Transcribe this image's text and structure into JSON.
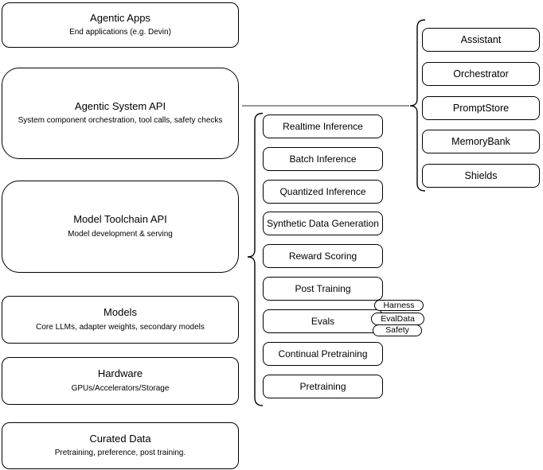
{
  "diagram": {
    "left_stack": [
      {
        "title": "Agentic Apps",
        "subtitle": "End applications (e.g. Devin)"
      },
      {
        "title": "Agentic System API",
        "subtitle": "System component orchestration, tool calls, safety checks"
      },
      {
        "title": "Model Toolchain API",
        "subtitle": "Model development & serving"
      },
      {
        "title": "Models",
        "subtitle": "Core LLMs, adapter weights, secondary models"
      },
      {
        "title": "Hardware",
        "subtitle": "GPUs/Accelerators/Storage"
      },
      {
        "title": "Curated Data",
        "subtitle": "Pretraining, preference, post training."
      }
    ],
    "toolchain": {
      "items": [
        "Realtime Inference",
        "Batch Inference",
        "Quantized Inference",
        "Synthetic Data Generation",
        "Reward Scoring",
        "Post Training",
        "Evals",
        "Continual Pretraining",
        "Pretraining"
      ],
      "eval_tags": [
        "Harness",
        "EvalData",
        "Safety"
      ]
    },
    "system": {
      "items": [
        "Assistant",
        "Orchestrator",
        "PromptStore",
        "MemoryBank",
        "Shields"
      ]
    },
    "colors": {
      "stroke": "#000000",
      "connector": "#595959",
      "fill": "#ffffff",
      "text": "#000000"
    }
  }
}
